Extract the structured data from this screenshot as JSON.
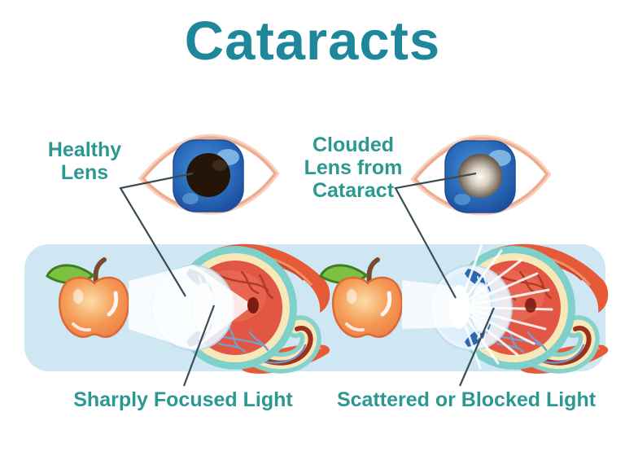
{
  "title": "Cataracts",
  "colors": {
    "background": "#ffffff",
    "title_teal": "#1e879c",
    "label_teal": "#2b9892",
    "band_blue": "#cfe7f3",
    "connector": "#3b4b55",
    "apple_orange": "#f59a56",
    "iris_blue": "#2a6cbb",
    "eye_interior_red": "#e25744",
    "sclera_teal": "#7fd0ca",
    "retina_cream": "#f6e8b8",
    "muscle_red": "#e65a38"
  },
  "left_panel": {
    "lens_label_lines": [
      "Healthy",
      "Lens"
    ],
    "light_label": "Sharply Focused Light"
  },
  "right_panel": {
    "lens_label_lines": [
      "Clouded",
      "Lens from",
      "Cataract"
    ],
    "light_label": "Scattered or Blocked Light"
  },
  "icons": {
    "healthy_eye": "healthy-eye-icon",
    "cataract_eye": "cataract-eye-icon",
    "apple": "apple-icon",
    "eye_cross_section": "eye-cross-section-icon",
    "focused_light": "focused-light-cone",
    "scattered_light": "scattered-light-rays"
  }
}
